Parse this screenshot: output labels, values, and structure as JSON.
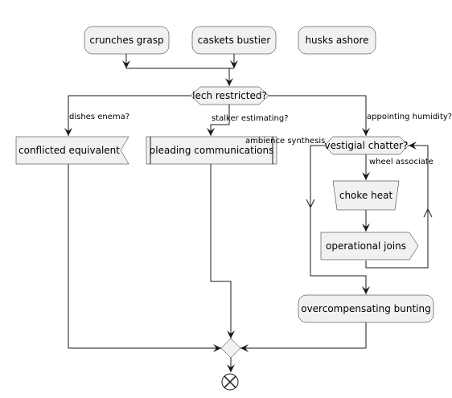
{
  "diagram": {
    "colors": {
      "node_fill": "#f1f1f1",
      "stroke": "#181818",
      "text": "#000000"
    },
    "nodes": {
      "crunches_grasp": "crunches grasp",
      "caskets_bustier": "caskets bustier",
      "husks_ashore": "husks ashore",
      "lech_restricted": "lech restricted?",
      "conflicted_equivalent": "conflicted equivalent",
      "pleading_communications": "pleading communications",
      "vestigial_chatter": "vestigial chatter?",
      "choke_heat": "choke heat",
      "operational_joins": "operational joins",
      "overcompensating_bunting": "overcompensating bunting"
    },
    "edge_labels": {
      "dishes_enema": "dishes enema?",
      "stalker_estimating": "stalker estimating?",
      "appointing_humidity": "appointing humidity?",
      "ambience_synthesis": "ambience synthesis",
      "wheel_associate": "wheel associate"
    },
    "end_icon": "stop-circle-x-icon"
  }
}
